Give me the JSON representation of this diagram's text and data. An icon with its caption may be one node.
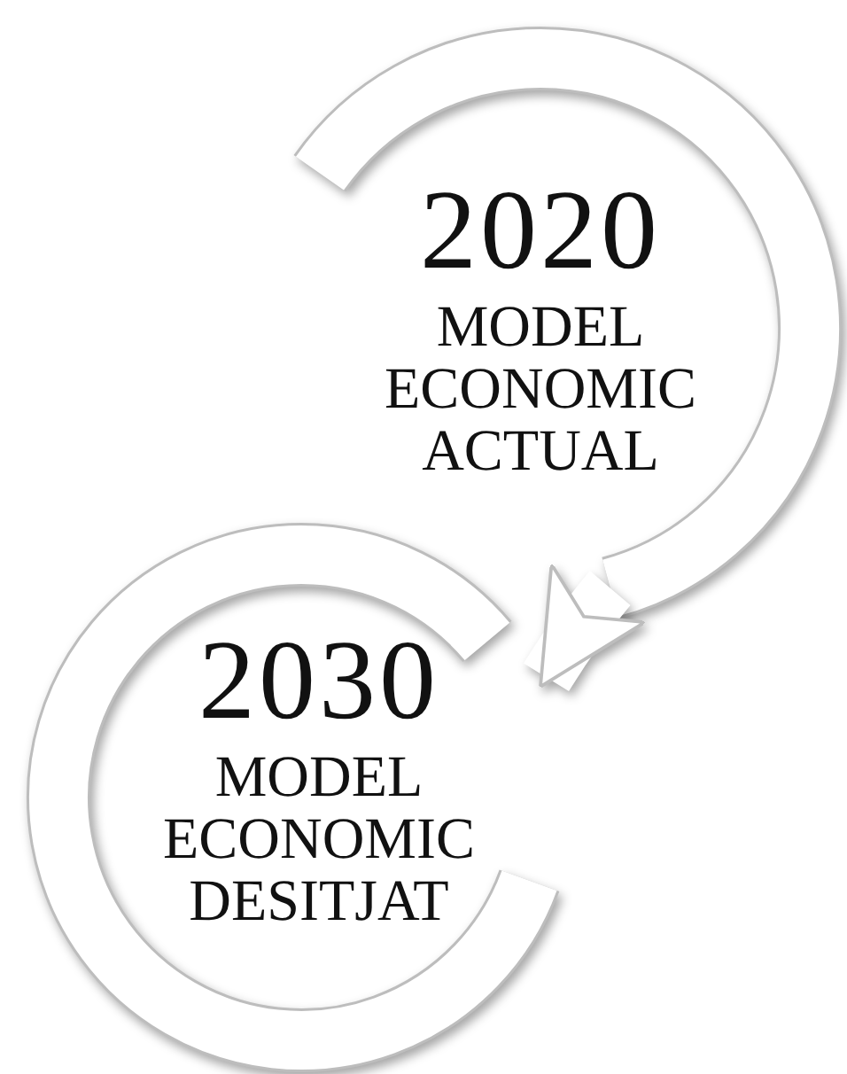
{
  "diagram": {
    "nodes": [
      {
        "text": [
          "2020",
          "MODEL ECONOMIC ACTUAL"
        ]
      },
      {
        "text": [
          "2030",
          "MODEL ECONOMIC DESITJAT"
        ]
      }
    ],
    "edges": [
      {
        "from": 0,
        "to": 1,
        "arrow": "to"
      }
    ]
  }
}
